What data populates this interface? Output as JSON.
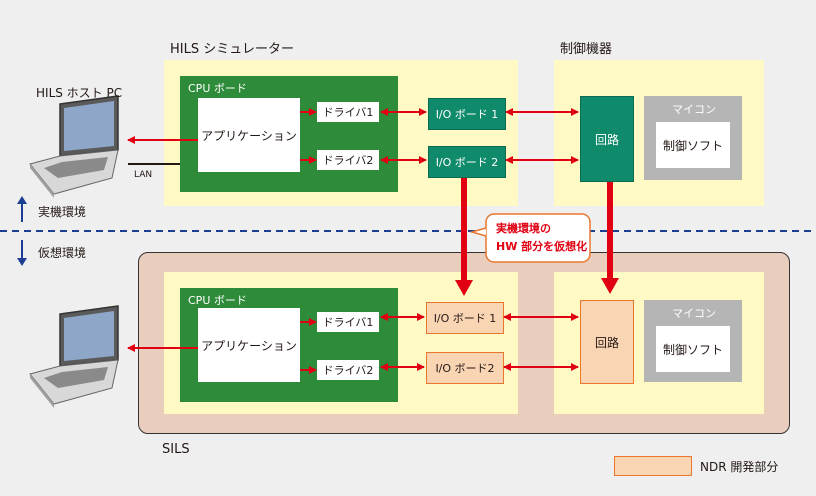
{
  "hils_title": "HILS シミュレーター",
  "controller_title": "制御機器",
  "host_pc_label": "HILS  ホスト PC",
  "lan_label": "LAN",
  "real_env_label": "実機環境",
  "virtual_env_label": "仮想環境",
  "callout_line1": "実機環境の",
  "callout_line2": "HW 部分を仮想化",
  "sils_label": "SILS",
  "legend_label": "NDR 開発部分",
  "top": {
    "cpu_board": "CPU ボード",
    "application": "アプリケーション",
    "driver1": "ドライバ1",
    "driver2": "ドライバ2",
    "io1": "I/O ボード 1",
    "io2": "I/O ボード 2",
    "circuit": "回路",
    "mcu": "マイコン",
    "control_soft": "制御ソフト"
  },
  "bottom": {
    "cpu_board": "CPU ボード",
    "application": "アプリケーション",
    "driver1": "ドライバ1",
    "driver2": "ドライバ2",
    "io1": "I/O ボード 1",
    "io2": "I/O ボード2",
    "circuit": "回路",
    "mcu": "マイコン",
    "control_soft": "制御ソフト"
  },
  "colors": {
    "yellow_bg": "#fff9c4",
    "green_board": "#2e8b3a",
    "teal_io": "#0f8a6a",
    "orange_ndr": "#fad5b3",
    "orange_border": "#e8772e",
    "arrow_red": "#e00012",
    "sils_bg": "#e9cdbd",
    "divider_blue": "#1c3f94"
  },
  "icons": [
    "laptop-icon",
    "up-arrow-icon",
    "down-arrow-icon"
  ]
}
